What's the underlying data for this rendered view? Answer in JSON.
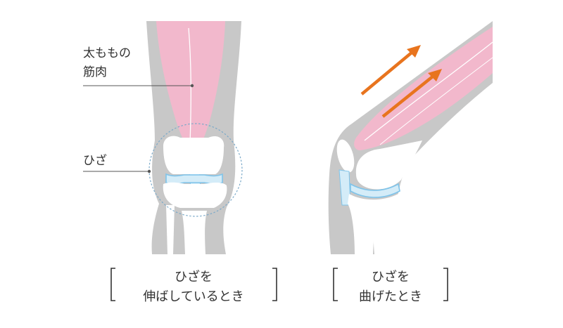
{
  "labels": {
    "thigh_muscle_line1": "太ももの",
    "thigh_muscle_line2": "筋肉",
    "knee": "ひざ"
  },
  "captions": {
    "straight_line1": "ひざを",
    "straight_line2": "伸ばしているとき",
    "bent_line1": "ひざを",
    "bent_line2": "曲げたとき"
  },
  "colors": {
    "limb": "#c8c8c8",
    "muscle": "#f2b8cc",
    "muscle_line": "#ffffff",
    "bone": "#ffffff",
    "cartilage": "#7fc4ea",
    "cartilage_fill": "#d4ecf8",
    "arrow": "#e8741e",
    "circle": "#7aa9c9",
    "leader": "#555555",
    "bracket": "#333333"
  },
  "icons": [
    "arrow-up-right-icon",
    "arrow-up-right-icon"
  ]
}
